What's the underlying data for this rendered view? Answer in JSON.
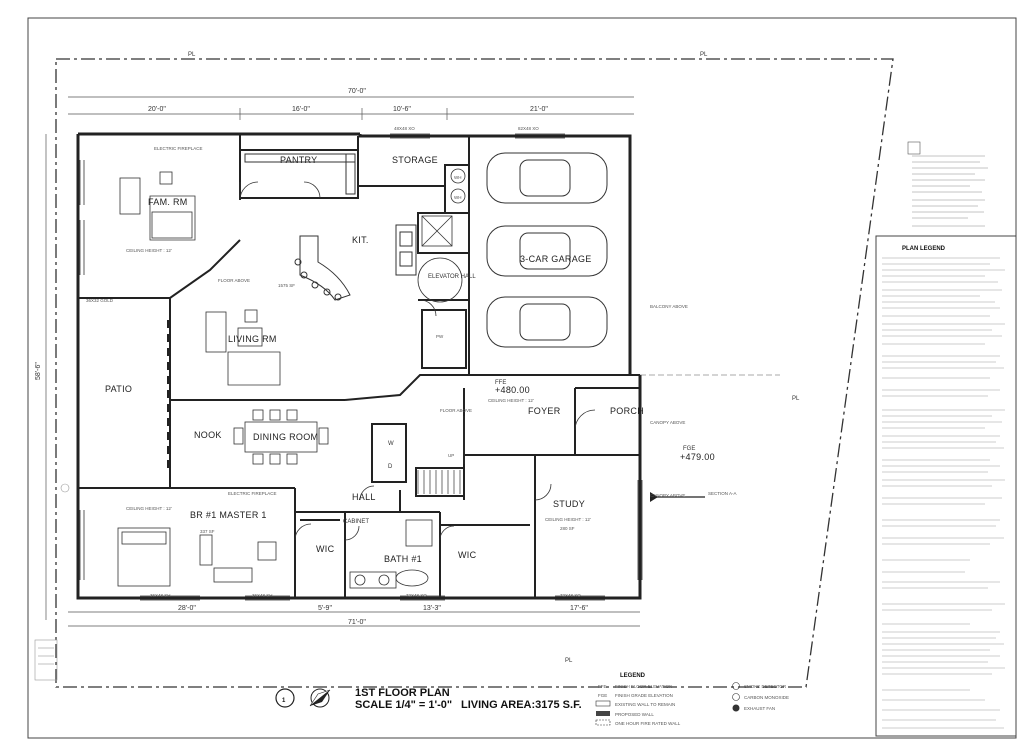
{
  "rooms": {
    "fam_rm": "FAM. RM",
    "pantry": "PANTRY",
    "storage": "STORAGE",
    "kit": "KIT.",
    "elevator_hall": "ELEVATOR HALL",
    "garage": "3-CAR GARAGE",
    "living_rm": "LIVING RM",
    "patio": "PATIO",
    "nook": "NOOK",
    "dining_room": "DINING ROOM",
    "foyer": "FOYER",
    "porch": "PORCH",
    "master": "BR #1 MASTER 1",
    "hall": "HALL",
    "cabinet": "CABINET",
    "wic_1": "WIC",
    "wic_2": "WIC",
    "bath": "BATH #1",
    "study": "STUDY",
    "pw": "PW",
    "wh1": "WH",
    "wh2": "WH",
    "w": "W",
    "d": "D"
  },
  "labels": {
    "electric_fireplace_1": "ELECTRIC FIREPLACE",
    "electric_fireplace_2": "ELECTRIC FIREPLACE",
    "ceiling_height_1": "CEILING HEIGHT : 12'",
    "ceiling_height_2": "CEILING HEIGHT : 12'",
    "ceiling_height_3": "CEILING HEIGHT : 12'",
    "ceiling_height_4": "CEILING HEIGHT : 12'",
    "floor_above_1": "FLOOR ABOVE",
    "floor_above_2": "FLOOR ABOVE",
    "balcony_above": "BALCONY ABOVE",
    "canopy_above_1": "CANOPY ABOVE",
    "canopy_above_2": "CANOPY ABOVE",
    "section": "SECTION A-A",
    "ffe": "FFE",
    "ffe_value": "+480.00",
    "fge": "FGE",
    "fge_value": "+479.00",
    "up": "UP",
    "living_sf": "1575 SF",
    "master_sf": "337 SF",
    "study_sf": "280 SF"
  },
  "dimensions": {
    "overall_width": "70'-0\"",
    "seg_1": "20'-0\"",
    "seg_2": "16'-0\"",
    "seg_3": "10'-6\"",
    "seg_4": "21'-0\"",
    "bottom_1": "28'-0\"",
    "bottom_2": "5'-9\"",
    "bottom_3": "13'-3\"",
    "bottom_4": "17'-6\"",
    "bottom_overall": "71'-0\"",
    "left_overall": "58'-6\"",
    "window_1": "48X48 XO",
    "window_2": "82X48 XO",
    "window_3": "36X32 GOLD",
    "window_4": "36X48 SH",
    "window_5": "36X48 SH",
    "window_6": "72X48 XO",
    "window_7": "72X48 XO"
  },
  "legend_box": {
    "title": "PLAN LEGEND"
  },
  "bottom_legend": {
    "title": "LEGEND",
    "ffe_key": "FFE",
    "ffe_desc": "FINISH FLOOR ELEVATION",
    "fge_key": "FGE",
    "fge_desc": "FINISH GRADE ELEVATION",
    "existing_wall": "EXISTING WALL TO REMAIN",
    "proposed_wall": "PROPOSED WALL",
    "one_hour": "ONE HOUR FIRE RATED WALL",
    "smoke": "SMOKE DETECTOR",
    "carbon": "CARBON MONOXIDE",
    "exhaust": "EXHAUST FAN"
  },
  "title_block": {
    "plan_title": "1ST FLOOR PLAN",
    "scale": "SCALE 1/4\" = 1'-0\"",
    "living_area": "LIVING AREA:3175 S.F.",
    "sheet_number": "1"
  },
  "property_line_marker": "PL"
}
